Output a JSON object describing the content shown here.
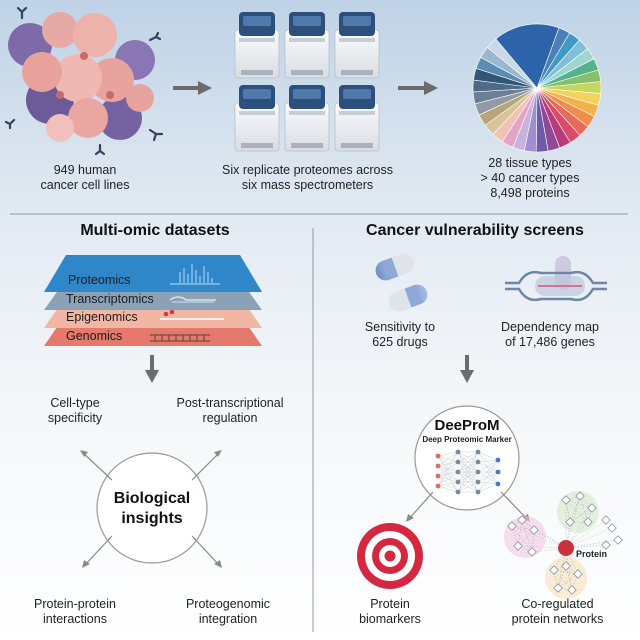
{
  "top": {
    "cells_label": [
      "949 human",
      "cancer cell lines"
    ],
    "ms_label": [
      "Six replicate proteomes across",
      "six mass spectrometers"
    ],
    "pie_label": [
      "28 tissue types",
      "> 40 cancer types",
      "8,498 proteins"
    ]
  },
  "left": {
    "heading": "Multi-omic datasets",
    "layers": [
      "Proteomics",
      "Transcriptomics",
      "Epigenomics",
      "Genomics"
    ],
    "cell_type": [
      "Cell-type",
      "specificity"
    ],
    "post_trans": [
      "Post-transcriptional",
      "regulation"
    ],
    "insights": [
      "Biological",
      "insights"
    ],
    "ppi": [
      "Protein-protein",
      "interactions"
    ],
    "proteogenomic": [
      "Proteogenomic",
      "integration"
    ]
  },
  "right": {
    "heading": "Cancer vulnerability screens",
    "drugs": [
      "Sensitivity to",
      "625 drugs"
    ],
    "dependency": [
      "Dependency map",
      "of 17,486 genes"
    ],
    "deeprom_title": "DeeProM",
    "deeprom_sub": "Deep Proteomic Marker",
    "biomarkers": [
      "Protein",
      "biomarkers"
    ],
    "networks": [
      "Co-regulated",
      "protein networks"
    ],
    "hub_label": "Protein"
  },
  "colors": {
    "proteomics": "#2f86c9",
    "transcriptomics": "#8aa1b6",
    "epigenomics": "#f1b7a4",
    "genomics": "#e57a6c",
    "target": "#d3283f",
    "hub": "#c9323a"
  }
}
